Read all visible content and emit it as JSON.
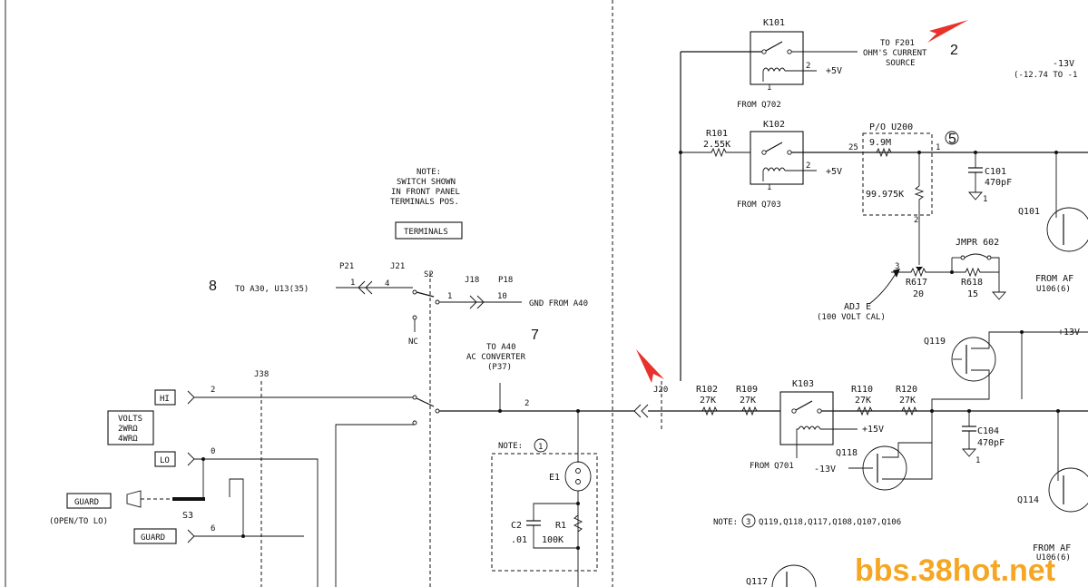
{
  "labels": {
    "k101": "K101",
    "k101_pin2": "2",
    "k101_supply": "+5V",
    "k101_pin1": "1",
    "k101_from": "FROM Q702",
    "to_f201_1": "TO F201",
    "to_f201_2": "OHM'S CURRENT",
    "to_f201_3": "SOURCE",
    "hand_2": "2",
    "neg13_top": "-13V",
    "neg13_range": "(-12.74 TO -1",
    "r101": "R101",
    "r101_val": "2.55K",
    "k102": "K102",
    "k102_pin2": "2",
    "k102_supply": "+5V",
    "k102_pin1": "1",
    "k102_from": "FROM Q703",
    "pu200": "P/O U200",
    "pin25": "25",
    "r_99m": "9.9M",
    "u200_pin1": "1",
    "r_99975k": "99.975K",
    "u200_pin2": "2",
    "hand_5": "5",
    "c101": "C101",
    "c101_val": "470pF",
    "c101_pin1": "1",
    "q101": "Q101",
    "from_af_1": "FROM AF",
    "u106_1": "U106(6)",
    "jmpr602": "JMPR 602",
    "pin3": "3",
    "r617": "R617",
    "r617_val": "20",
    "r618": "R618",
    "r618_val": "15",
    "adj_e": "ADJ E",
    "volt_cal": "(100 VOLT CAL)",
    "note_title": "NOTE:",
    "note_1": "SWITCH SHOWN",
    "note_2": "IN FRONT PANEL",
    "note_3": "TERMINALS POS.",
    "terminals": "TERMINALS",
    "p21": "P21",
    "j21": "J21",
    "s2": "S2",
    "j18": "J18",
    "p18": "P18",
    "hand_8": "8",
    "to_a30": "TO A30, U13(35)",
    "pin_1a": "1",
    "pin_4": "4",
    "pin_1b": "1",
    "pin_10": "10",
    "gnd_from_a40": "GND FROM A40",
    "nc": "NC",
    "hand_7": "7",
    "to_a40": "TO A40",
    "ac_conv": "AC CONVERTER",
    "p37": "(P37)",
    "j38": "J38",
    "j20": "J20",
    "hi": "HI",
    "pin_2a": "2",
    "pin_2b": "2",
    "volts": "VOLTS",
    "twowire": "2WRΩ",
    "fourwire": "4WRΩ",
    "lo": "LO",
    "pin_0": "0",
    "guard_sw": "GUARD",
    "open_to_lo": "(OPEN/TO LO)",
    "s3": "S3",
    "guard_t": "GUARD",
    "pin_6": "6",
    "note1_label": "NOTE:",
    "note1_num": "1",
    "e1": "E1",
    "c2": "C2",
    "c2_val": ".01",
    "r1": "R1",
    "r1_val": "100K",
    "r102": "R102",
    "r102_val": "27K",
    "r109": "R109",
    "r109_val": "27K",
    "k103": "K103",
    "r110": "R110",
    "r110_val": "27K",
    "r120": "R120",
    "r120_val": "27K",
    "k103_supply": "+15V",
    "c104": "C104",
    "c104_val": "470pF",
    "c104_pin1": "1",
    "q119": "Q119",
    "plus13": "+13V",
    "q118": "Q118",
    "neg13": "-13V",
    "from_q701": "FROM Q701",
    "q114": "Q114",
    "from_af_2": "FROM AF",
    "u106_2": "U106(6)",
    "note3_label": "NOTE:",
    "note3_num": "3",
    "note3_text": "Q119,Q118,Q117,Q108,Q107,Q106",
    "q117": "Q117",
    "watermark": "bbs.38hot.net"
  },
  "colors": {
    "line": "#111111",
    "annotation_arrow": "#e8322b",
    "watermark": "#f5a623"
  }
}
